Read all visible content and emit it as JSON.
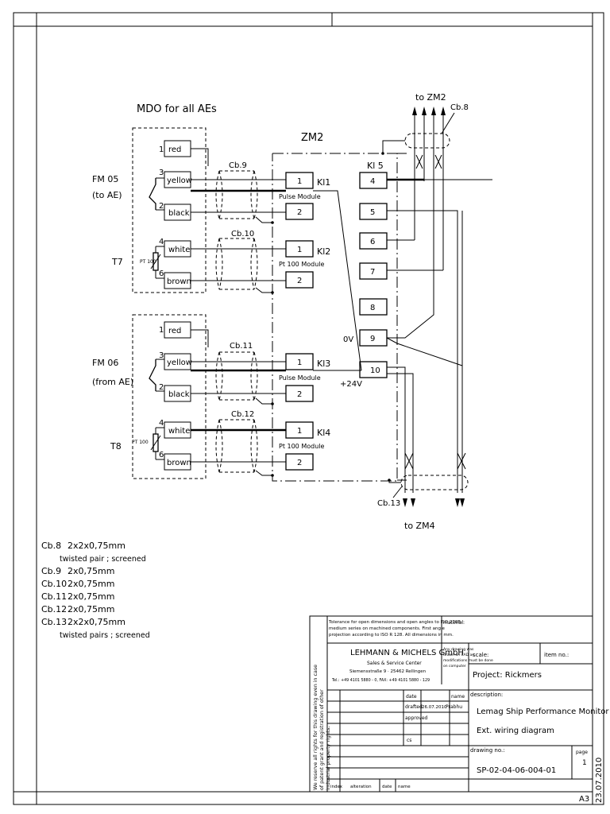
{
  "header": {
    "mdo_title": "MDO for all AEs",
    "zm2_label": "ZM2",
    "to_zm2": "to ZM2",
    "to_zm4": "to ZM4",
    "cb8_label": "Cb.8",
    "cb13_label": "Cb.13",
    "kl5_label": "Kl 5",
    "ov_label": "0V",
    "plus24_label": "+24V"
  },
  "sensors": {
    "fm05": "FM 05",
    "fm05_sub": "(to AE)",
    "t7": "T7",
    "fm06": "FM 06",
    "fm06_sub": "(from AE)",
    "t8": "T8",
    "pt100": "PT 100"
  },
  "terminals": {
    "red": "red",
    "yellow": "yellow",
    "black": "black",
    "white": "white",
    "brown": "brown",
    "n1": "1",
    "n2": "2",
    "n3": "3",
    "n4": "4",
    "n6": "6"
  },
  "cables": {
    "cb9": "Cb.9",
    "cb10": "Cb.10",
    "cb11": "Cb.11",
    "cb12": "Cb.12"
  },
  "modules": {
    "kl1": "Kl1",
    "kl2": "Kl2",
    "kl3": "Kl3",
    "kl4": "Kl4",
    "pulse": "Pulse Module",
    "pt100mod": "Pt 100 Module",
    "one": "1",
    "two": "2"
  },
  "kl5_terminals": [
    "4",
    "5",
    "6",
    "7",
    "8",
    "9",
    "10"
  ],
  "legend": [
    {
      "id": "Cb.8",
      "spec": "2x2x0,75mm",
      "note": "twisted pair ; screened"
    },
    {
      "id": "Cb.9",
      "spec": "2x0,75mm",
      "note": ""
    },
    {
      "id": "Cb.10",
      "spec": "2x0,75mm",
      "note": ""
    },
    {
      "id": "Cb.11",
      "spec": "2x0,75mm",
      "note": ""
    },
    {
      "id": "Cb.12",
      "spec": "2x0,75mm",
      "note": ""
    },
    {
      "id": "Cb.13",
      "spec": "2x2x0,75mm",
      "note": "twisted pairs ; screened"
    }
  ],
  "titleblock": {
    "tolerance": "Tolerance for open dimensions and open angles to ISO 2768-medium series on machined components. First angle projection according to ISO R 128. All dimensions in mm.",
    "material": "material:",
    "company": "LEHMANN & MICHELS GmbH",
    "company_sub": "Sales & Service Center",
    "address": "Siemensstraße 9 · 25462 Rellingen",
    "phone": "Tel.: +49 4101 5880 - 0, FAX: +49 4101 5880 - 129",
    "changes_note": "Any drawing was drawn on CAD as modifications must be done on computer",
    "scale": "scale:",
    "item_no": "item no.:",
    "project": "Project: Rickmers",
    "description": "description:",
    "desc1": "Lemag Ship Performance Monitor",
    "desc2": "Ext. wiring diagram",
    "date_col": "date",
    "name_col": "name",
    "drafted": "drafted",
    "drafted_date": "26.07.2010",
    "drafted_name": "Prabhu",
    "approved": "approved",
    "cs": "cs",
    "drawing_no_label": "drawing no.:",
    "drawing_no": "SP-02-04-06-004-01",
    "page_label": "page",
    "page_value": "1",
    "index": "index",
    "alteration": "alteration",
    "date2": "date",
    "name2": "name",
    "rights": "We reserve all rights for this drawing even in case of patent grant and registration of other industrial property rights.",
    "format": "A3",
    "print_date": "23.07.2010"
  }
}
